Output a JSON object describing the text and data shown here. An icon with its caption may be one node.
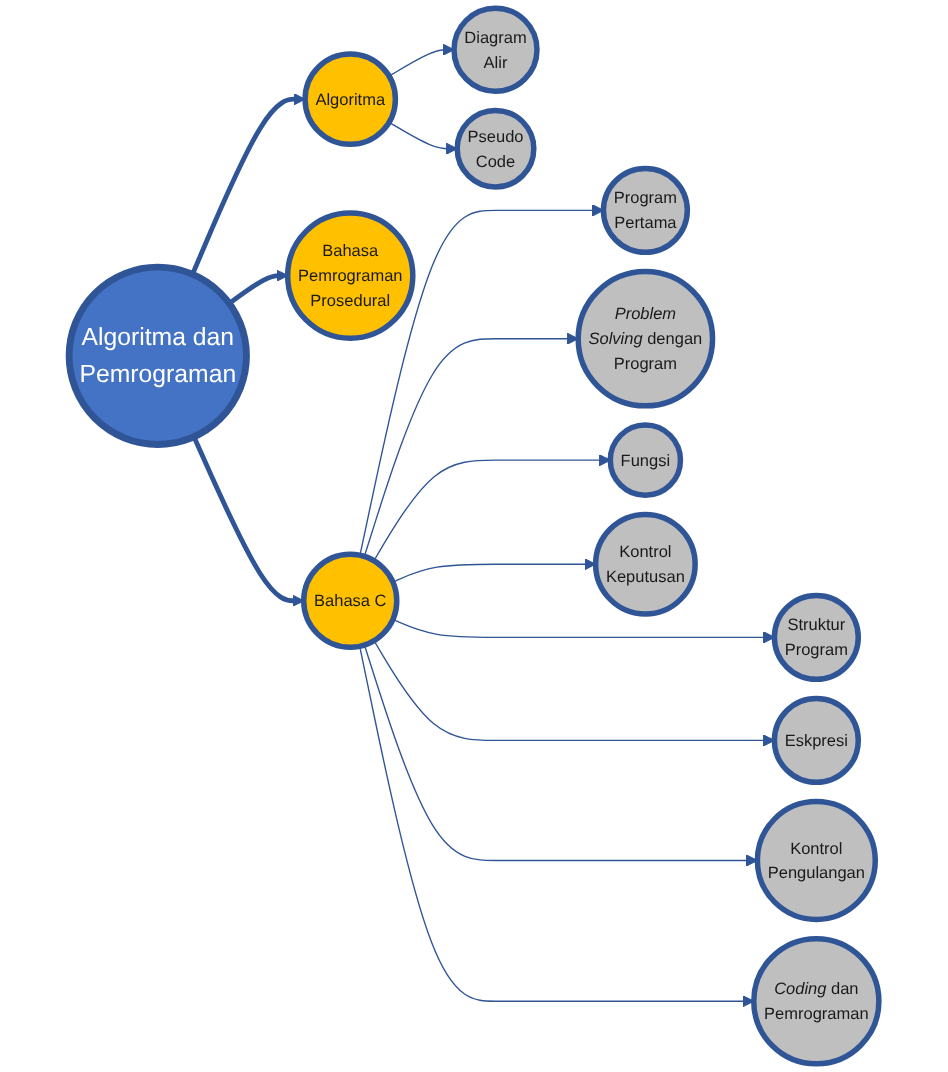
{
  "diagram": {
    "nodes": [
      {
        "text": [
          "Diagram Alir"
        ]
      },
      {
        "text": [
          "Algoritma"
        ]
      },
      {
        "text": [
          "Pseudo Code"
        ]
      },
      {
        "text": [
          "Bahasa Pemrograman Prosedural"
        ]
      },
      {
        "text": [
          "Algoritma dan Pemrograman"
        ]
      },
      {
        "text": [
          "Program Pertama"
        ]
      },
      {
        "text": [
          "Struktur Program"
        ]
      },
      {
        "text": [
          "*Coding* dan Pemrograman"
        ]
      },
      {
        "text": [
          "Bahasa C"
        ]
      },
      {
        "text": [
          "*Problem Solving* dengan Program"
        ]
      },
      {
        "text": [
          "Fungsi"
        ]
      },
      {
        "text": [
          "Eskpresi"
        ]
      },
      {
        "text": [
          "Kontrol Pengulangan"
        ]
      },
      {
        "text": [
          "Kontrol Keputusan"
        ]
      }
    ],
    "edges": [
      {
        "from": 4,
        "to": 1,
        "arrow": "to",
        "style": "thick"
      },
      {
        "from": 4,
        "to": 3,
        "arrow": "to",
        "style": "thick"
      },
      {
        "from": 4,
        "to": 8,
        "arrow": "to",
        "style": "thick"
      },
      {
        "from": 1,
        "to": 0,
        "arrow": "to"
      },
      {
        "from": 1,
        "to": 2,
        "arrow": "to"
      },
      {
        "from": 8,
        "to": 5,
        "arrow": "to"
      },
      {
        "from": 8,
        "to": 6,
        "arrow": "to"
      },
      {
        "from": 8,
        "to": 9,
        "arrow": "to"
      },
      {
        "from": 8,
        "to": 11,
        "arrow": "to"
      },
      {
        "from": 8,
        "to": 13,
        "arrow": "to"
      },
      {
        "from": 8,
        "to": 12,
        "arrow": "to"
      },
      {
        "from": 8,
        "to": 10,
        "arrow": "to"
      },
      {
        "from": 8,
        "to": 7,
        "arrow": "to"
      }
    ]
  }
}
